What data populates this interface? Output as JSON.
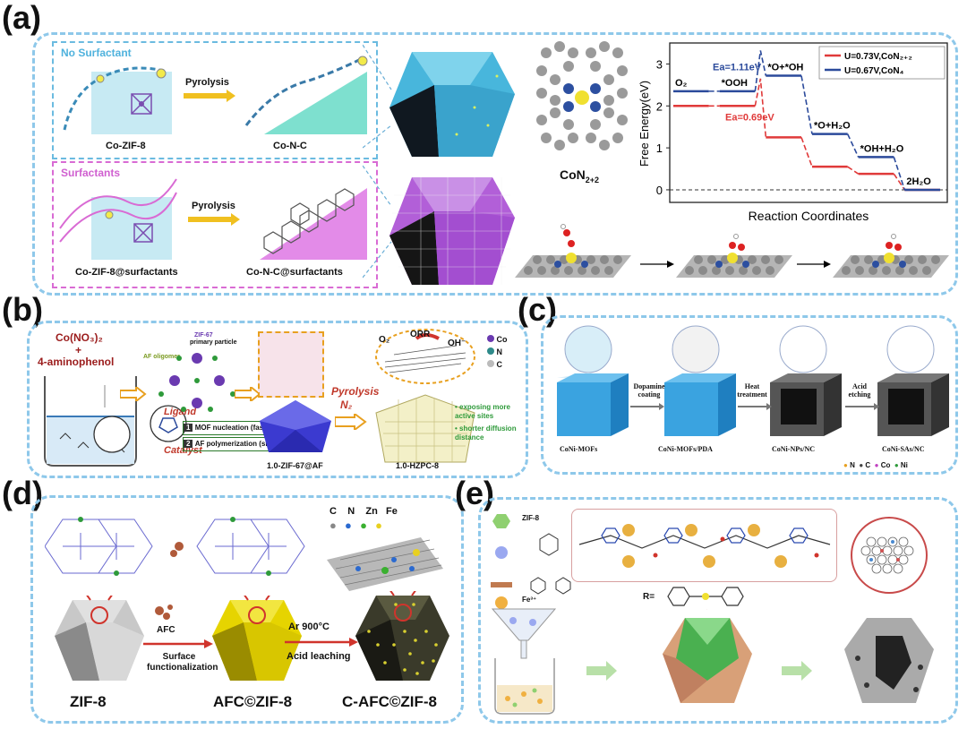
{
  "colors": {
    "panel_border": "#8ec8ea",
    "surfactant_border": "#d96bd4",
    "series_a": "#e03a3a",
    "series_b": "#2b4a9b",
    "zif8_gray": "#9a9a9a",
    "afc_yellow": "#d8c200"
  },
  "panel_a": {
    "label": "(a)",
    "no_surfactant": "No Surfactant",
    "surfactants": "Surfactants",
    "pyrolysis_1": "Pyrolysis",
    "pyrolysis_2": "Pyrolysis",
    "co_zif8": "Co-ZIF-8",
    "co_n_c": "Co-N-C",
    "co_zif8_surf": "Co-ZIF-8@surfactants",
    "co_n_c_surf": "Co-N-C@surfactants",
    "con_label_main": "CoN",
    "con_label_sub": "2+2"
  },
  "chart_data": {
    "type": "line",
    "title": "",
    "xlabel": "Reaction Coordinates",
    "ylabel": "Free Energy(eV)",
    "ylim": [
      -0.3,
      3.5
    ],
    "yticks": [
      0,
      1,
      2,
      3
    ],
    "steps": [
      "O₂",
      "*OOH",
      "*O+*OH",
      "*O+H₂O",
      "*OH+H₂O",
      "2H₂O"
    ],
    "series": [
      {
        "name": "U=0.73V,CoN₂₊₂",
        "color": "#e03a3a",
        "values": [
          2.0,
          2.0,
          1.25,
          0.55,
          0.38,
          0.0
        ],
        "barrier": {
          "value": 2.65,
          "label": "Ea=0.69eV"
        }
      },
      {
        "name": "U=0.67V,CoN₄",
        "color": "#2b4a9b",
        "values": [
          2.35,
          2.35,
          2.72,
          1.33,
          0.78,
          0.0
        ],
        "barrier": {
          "value": 3.32,
          "label": "Ea=1.11eV"
        }
      }
    ],
    "legend_position": "top-right"
  },
  "panel_b": {
    "label": "(b)",
    "reagent_1": "Co(NO₃)₂",
    "reagent_2": "+",
    "reagent_3": "4-aminophenol",
    "zif67": "ZIF-67",
    "primary": "primary particle",
    "af_oligomer": "AF oligomer",
    "ligand": "Ligand",
    "catalyst": "Catalyst",
    "step1_num": "1",
    "step1": "MOF nucleation (fast)",
    "step2_num": "2",
    "step2": "AF polymerization (slow)",
    "pyrolysis": "Pyrolysis",
    "n2": "N₂",
    "product1": "1.0-ZIF-67@AF",
    "product2": "1.0-HZPC-8",
    "o2": "O₂",
    "orr": "ORR",
    "oh": "OH⁻",
    "legend": [
      "Co",
      "N",
      "C"
    ],
    "bullet1": "• exposing more active sites",
    "bullet2": "• shorter diffusion distance"
  },
  "panel_c": {
    "label": "(c)",
    "cube1": "CoNi-MOFs",
    "cube2": "CoNi-MOFs/PDA",
    "cube3": "CoNi-NPs/NC",
    "cube4": "CoNi-SAs/NC",
    "arrow1": "Dopamine coating",
    "arrow2": "Heat treatment",
    "arrow3": "Acid etching",
    "legend": [
      "N",
      "C",
      "Co",
      "Ni"
    ]
  },
  "panel_d": {
    "label": "(d)",
    "legend": [
      "C",
      "N",
      "Zn",
      "Fe"
    ],
    "afc": "AFC",
    "surface": "Surface functionalization",
    "ar": "Ar  900°C",
    "acid": "Acid leaching",
    "zif8": "ZIF-8",
    "afc_zif8": "AFC©ZIF-8",
    "c_afc_zif8": "C-AFC©ZIF-8"
  },
  "panel_e": {
    "label": "(e)",
    "zif8": "ZIF-8",
    "fe": "Fe³⁺",
    "r_label": "R="
  }
}
